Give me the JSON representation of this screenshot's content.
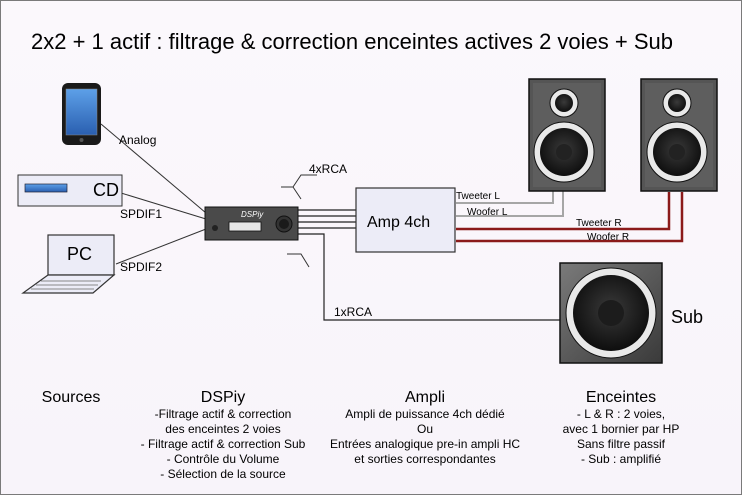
{
  "title": "2x2 + 1 actif : filtrage & correction enceintes actives 2 voies + Sub",
  "devices": {
    "cd_label": "CD",
    "pc_label": "PC",
    "dsp_logo": "DSPiy",
    "amp_label": "Amp 4ch",
    "sub_label": "Sub"
  },
  "links": {
    "analog": "Analog",
    "spdif1": "SPDIF1",
    "spdif2": "SPDIF2",
    "rca4": "4xRCA",
    "rca1": "1xRCA",
    "tweeter_l": "Tweeter L",
    "woofer_l": "Woofer L",
    "tweeter_r": "Tweeter R",
    "woofer_r": "Woofer R"
  },
  "colors": {
    "left_cable": "#a6a6a6",
    "right_cable": "#8b1a1a",
    "device_fill": "#ececf7",
    "speaker_box": "#555555"
  },
  "sections": {
    "sources": {
      "title": "Sources",
      "lines": []
    },
    "dspiy": {
      "title": "DSPiy",
      "lines": [
        "-Filtrage actif & correction",
        "des enceintes 2 voies",
        "- Filtrage actif & correction Sub",
        "- Contrôle du Volume",
        "- Sélection de la source"
      ]
    },
    "ampli": {
      "title": "Ampli",
      "lines": [
        "Ampli de puissance 4ch dédié",
        "Ou",
        "Entrées analogique pre-in ampli HC",
        "et sorties correspondantes"
      ]
    },
    "enceintes": {
      "title": "Enceintes",
      "lines": [
        "- L & R : 2 voies,",
        "avec 1 bornier par HP",
        "Sans filtre passif",
        "- Sub : amplifié"
      ]
    }
  }
}
